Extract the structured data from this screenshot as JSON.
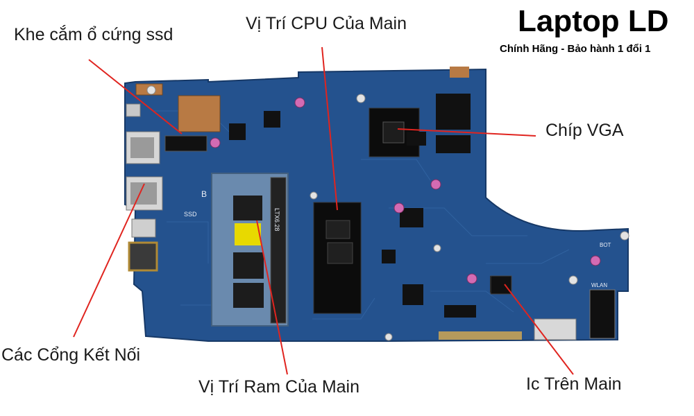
{
  "brand": {
    "title": "Laptop LD",
    "tagline": "Chính Hãng - Bảo hành 1 đổi 1"
  },
  "labels": {
    "ssd_slot": "Khe cắm ổ cứng ssd",
    "cpu": "Vị Trí CPU Của Main",
    "vga": "Chíp VGA",
    "ports": "Các Cổng Kết Nối",
    "ram": "Vị Trí Ram Của Main",
    "ic": "Ic Trên Main"
  },
  "board_markings": {
    "ssd": "SSD",
    "b": "B",
    "ram_slot": "LTX6.28",
    "bot": "BOT",
    "wlan": "WLAN"
  },
  "colors": {
    "pcb": "#24528e",
    "leader_line": "#e0241f"
  }
}
